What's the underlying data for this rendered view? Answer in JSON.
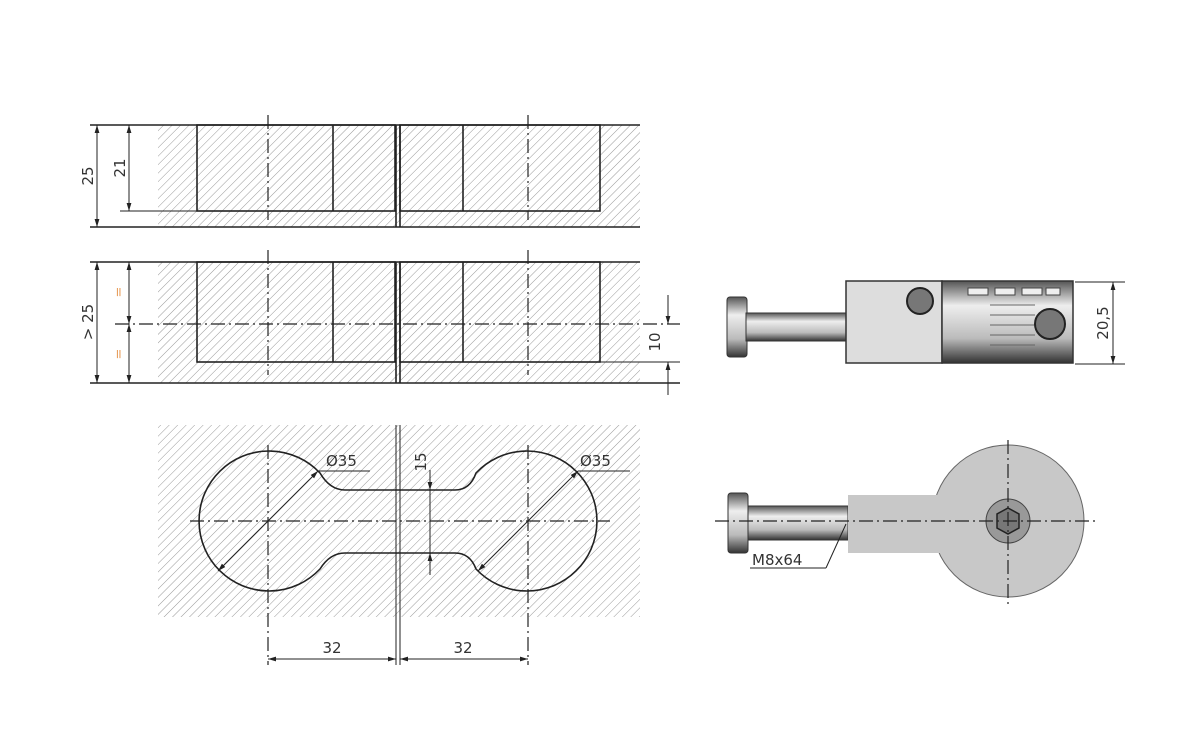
{
  "title": "Connector fitting installation drawing",
  "section_top": {
    "dim_total": "25",
    "dim_depth": "21"
  },
  "section_middle": {
    "dim_total": "> 25",
    "eq_upper": "=",
    "eq_lower": "=",
    "dim_offset": "10"
  },
  "plan_view": {
    "dia_left": "Ø35",
    "dia_right": "Ø35",
    "slot_width": "15",
    "spacing_left": "32",
    "spacing_right": "32"
  },
  "fitting_side": {
    "height": "20,5"
  },
  "fitting_top": {
    "bolt_spec": "M8x64"
  },
  "colors": {
    "line": "#222222",
    "hatch": "#999999",
    "metal": "#c8c8c8",
    "equal_mark": "#e8a060"
  }
}
